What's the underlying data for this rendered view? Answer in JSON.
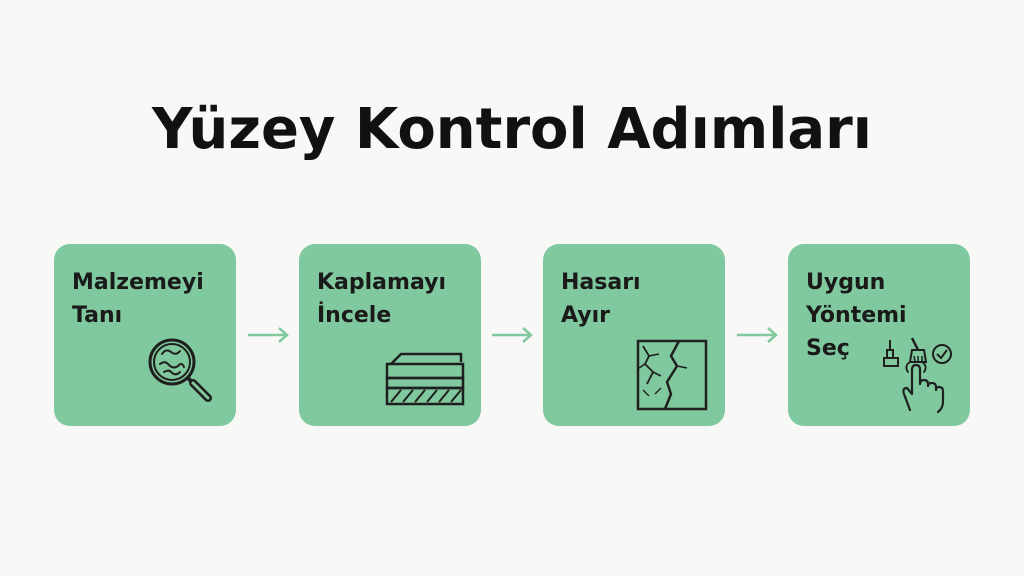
{
  "title": "Yüzey Kontrol Adımları",
  "steps": [
    {
      "label": "Malzemeyi\nTanı",
      "icon": "magnifier-icon"
    },
    {
      "label": "Kaplamayı\nİncele",
      "icon": "layers-icon"
    },
    {
      "label": "Hasarı\nAyır",
      "icon": "cracked-tile-icon"
    },
    {
      "label": "Uygun\nYöntemi\nSeç",
      "icon": "tools-hand-icon"
    }
  ],
  "colors": {
    "card": "#80c99f",
    "arrow": "#80c99f",
    "icon_stroke": "#1f1f1f",
    "title": "#111111",
    "background": "#f8f8f7"
  }
}
